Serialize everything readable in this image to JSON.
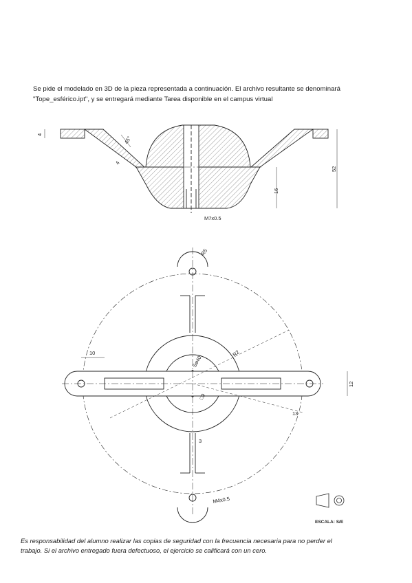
{
  "intro": {
    "line1": "Se pide el modelado en 3D de la pieza representada a continuación. El archivo resultante se denominará",
    "line2": "\"Tope_esférico.ipt\", y se entregará mediante Tarea disponible en el campus virtual"
  },
  "section_view": {
    "dims": {
      "thickness": "4",
      "angle": "45°",
      "wall": "4",
      "height_total": "52",
      "height_sphere": "16",
      "thread": "M7x0.5"
    }
  },
  "plan_view": {
    "dims": {
      "hole_radius": "R5",
      "sphere_diameter": "Sø40",
      "big_radius": "R2",
      "bolt_circle": "13",
      "slot_len": "10",
      "square": "□9",
      "width": "12",
      "rib": "3",
      "thread": "M4x0.5"
    }
  },
  "title_block": {
    "scale": "ESCALA: S/E"
  },
  "footer": {
    "line1": "Es responsabilidad del alumno realizar las copias de seguridad con la frecuencia necesaria para no perder el",
    "line2": "trabajo. Si el archivo entregado fuera defectuoso, el ejercicio se calificará con un cero."
  }
}
